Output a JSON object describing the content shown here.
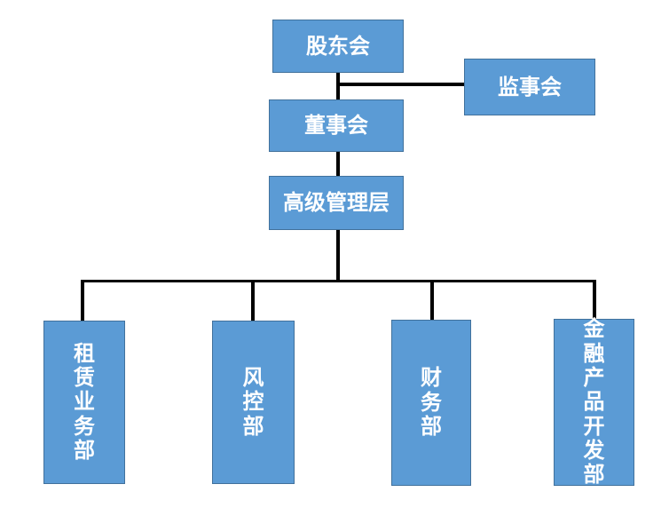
{
  "chart_type": "org-chart",
  "nodes": {
    "shareholders": {
      "label": "股东会"
    },
    "supervisors": {
      "label": "监事会"
    },
    "board": {
      "label": "董事会"
    },
    "senior_management": {
      "label": "高级管理层"
    },
    "dept_leasing": {
      "label": "租赁业务部"
    },
    "dept_risk_control": {
      "label": "风控部"
    },
    "dept_finance": {
      "label": "财务部"
    },
    "dept_financial_product_dev": {
      "label": "金融产品开发部"
    }
  },
  "edges": [
    {
      "from": "股东会",
      "to": "董事会"
    },
    {
      "from": "股东会",
      "to": "监事会"
    },
    {
      "from": "董事会",
      "to": "高级管理层"
    },
    {
      "from": "高级管理层",
      "to": "租赁业务部"
    },
    {
      "from": "高级管理层",
      "to": "风控部"
    },
    {
      "from": "高级管理层",
      "to": "财务部"
    },
    {
      "from": "高级管理层",
      "to": "金融产品开发部"
    }
  ],
  "colors": {
    "box_fill": "#5b9bd5",
    "box_border": "#41719c",
    "box_text": "#ffffff",
    "connector_line": "#000000",
    "background": "#ffffff"
  }
}
